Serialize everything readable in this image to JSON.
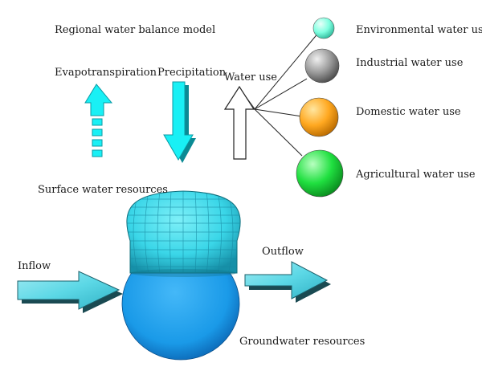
{
  "title": "Regional water balance model",
  "labels": {
    "evapotranspiration": "Evapotranspiration",
    "precipitation": "Precipitation",
    "water_use": "Water use",
    "surface_water": "Surface water resources",
    "inflow": "Inflow",
    "outflow": "Outflow",
    "groundwater": "Groundwater resources"
  },
  "uses": [
    {
      "label": "Environmental water use",
      "color": "#7fffe0"
    },
    {
      "label": "Industrial water use",
      "color": "#9a9a9a"
    },
    {
      "label": "Domestic water use",
      "color": "#ffa820"
    },
    {
      "label": "Agricultural water use",
      "color": "#20e040"
    }
  ],
  "colors": {
    "cyan_arrow": "#19f0f5",
    "surface_sphere": "#3ad6e8",
    "groundwater_sphere": "#1a9ae8",
    "flow_arrow": "#5cd8e6"
  }
}
